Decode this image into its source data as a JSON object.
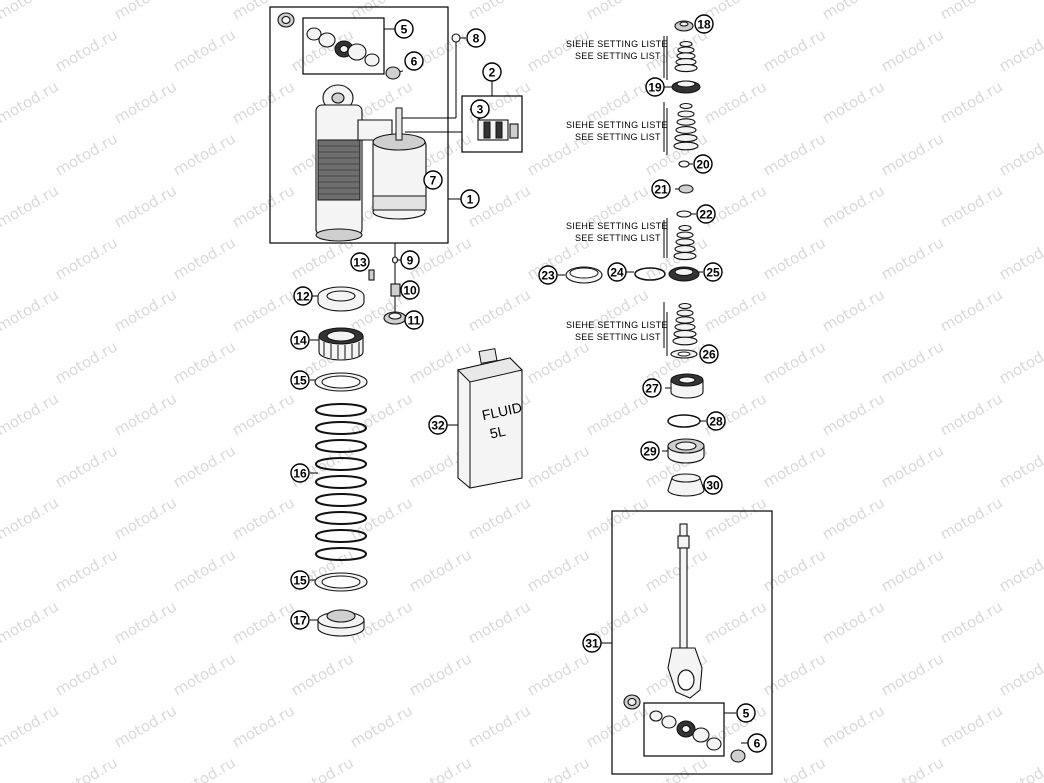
{
  "watermark": "motod.ru",
  "notes": [
    {
      "line1": "SIEHE SETTING LISTE",
      "line2": "SEE SETTING LIST"
    },
    {
      "line1": "SIEHE SETTING LISTE",
      "line2": "SEE SETTING LIST"
    },
    {
      "line1": "SIEHE SETTING LISTE",
      "line2": "SEE SETTING LIST"
    },
    {
      "line1": "SIEHE SETTING LISTE",
      "line2": "SEE SETTING LIST"
    }
  ],
  "fluid_can": {
    "line1": "FLUID",
    "line2": "5L"
  },
  "callouts": [
    "1",
    "2",
    "3",
    "5",
    "6",
    "7",
    "8",
    "9",
    "10",
    "11",
    "12",
    "13",
    "14",
    "15",
    "15",
    "16",
    "17",
    "18",
    "19",
    "20",
    "21",
    "22",
    "23",
    "24",
    "25",
    "26",
    "27",
    "28",
    "29",
    "30",
    "31",
    "32",
    "5",
    "6"
  ]
}
